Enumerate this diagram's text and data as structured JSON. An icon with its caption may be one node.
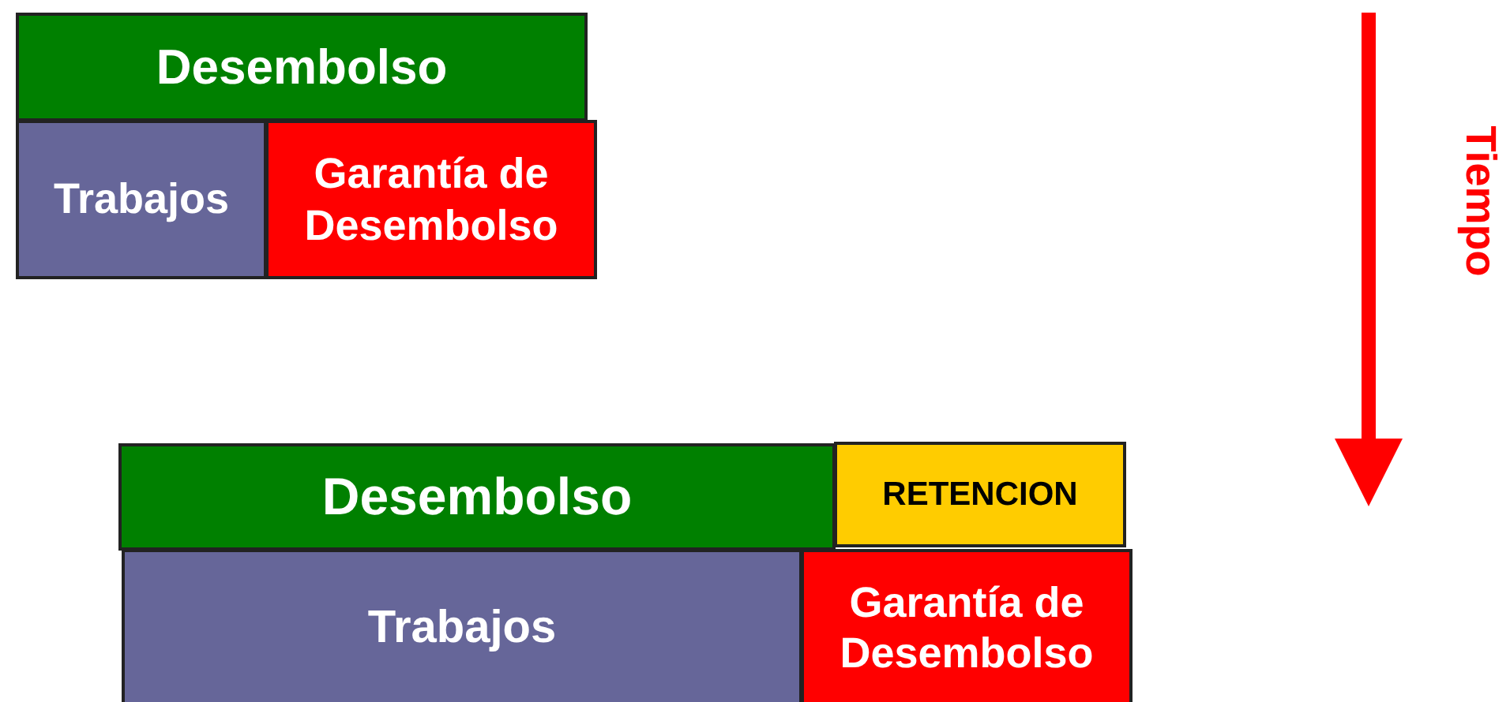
{
  "diagram": {
    "nodes": [
      {
        "text": [
          "Desembolso"
        ]
      },
      {
        "text": [
          "Trabajos"
        ]
      },
      {
        "text": [
          "Garantía de Desembolso"
        ]
      },
      {
        "text": [
          "Desembolso"
        ]
      },
      {
        "text": [
          "RETENCION"
        ]
      },
      {
        "text": [
          "Trabajos"
        ]
      },
      {
        "text": [
          "Garantía de Desembolso"
        ]
      }
    ],
    "labels": [
      "Tiempo"
    ]
  }
}
